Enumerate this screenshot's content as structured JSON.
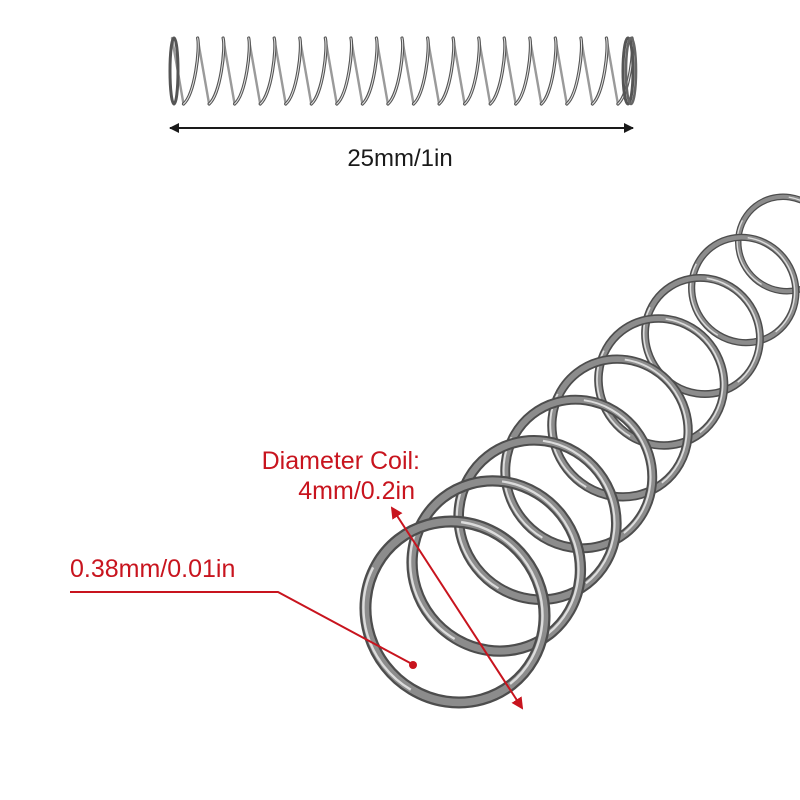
{
  "colors": {
    "background": "#ffffff",
    "annotation_red": "#c8141e",
    "dimension_black": "#1a1a1a",
    "steel_dark": "#4a4a4a",
    "steel_mid": "#8a8a8a",
    "steel_light": "#d8d8d8"
  },
  "figure": {
    "length_label": "25mm/1in",
    "diameter_label_line1": "Diameter Coil:",
    "diameter_label_line2": "4mm/0.2in",
    "wire_label": "0.38mm/0.01in"
  },
  "icons": {
    "small_spring": "small-spring-photo",
    "close_up_spring": "close-up-spring-photo",
    "length_arrow": "double-arrow",
    "diameter_arrow": "double-arrow"
  }
}
